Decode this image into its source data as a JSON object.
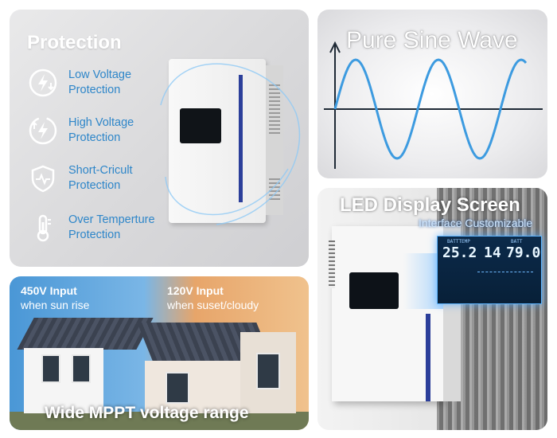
{
  "protection": {
    "title": "Protection",
    "features": [
      {
        "icon": "low-voltage-icon",
        "line1": "Low Voltage",
        "line2": "Protection"
      },
      {
        "icon": "high-voltage-icon",
        "line1": "High Voltage",
        "line2": "Protection"
      },
      {
        "icon": "short-circuit-shield-icon",
        "line1": "Short-Cricult",
        "line2": "Protection"
      },
      {
        "icon": "thermometer-icon",
        "line1": "Over Temperture",
        "line2": "Protection"
      }
    ],
    "accent": "#2e86c9"
  },
  "sine": {
    "title": "Pure Sine Wave",
    "wave_color": "#3d9be0"
  },
  "led": {
    "title": "LED Display Screen",
    "subtitle": "Interface Customizable",
    "lcd": {
      "label_left": "BATTTEMP",
      "label_right": "BATT",
      "value_left": "25.2",
      "value_mid": "14",
      "value_right": "79.0"
    }
  },
  "mppt": {
    "left_heading": "450V Input",
    "left_sub": "when sun rise",
    "right_heading": "120V Input",
    "right_sub": "when suset/cloudy",
    "caption": "Wide MPPT voltage range"
  }
}
